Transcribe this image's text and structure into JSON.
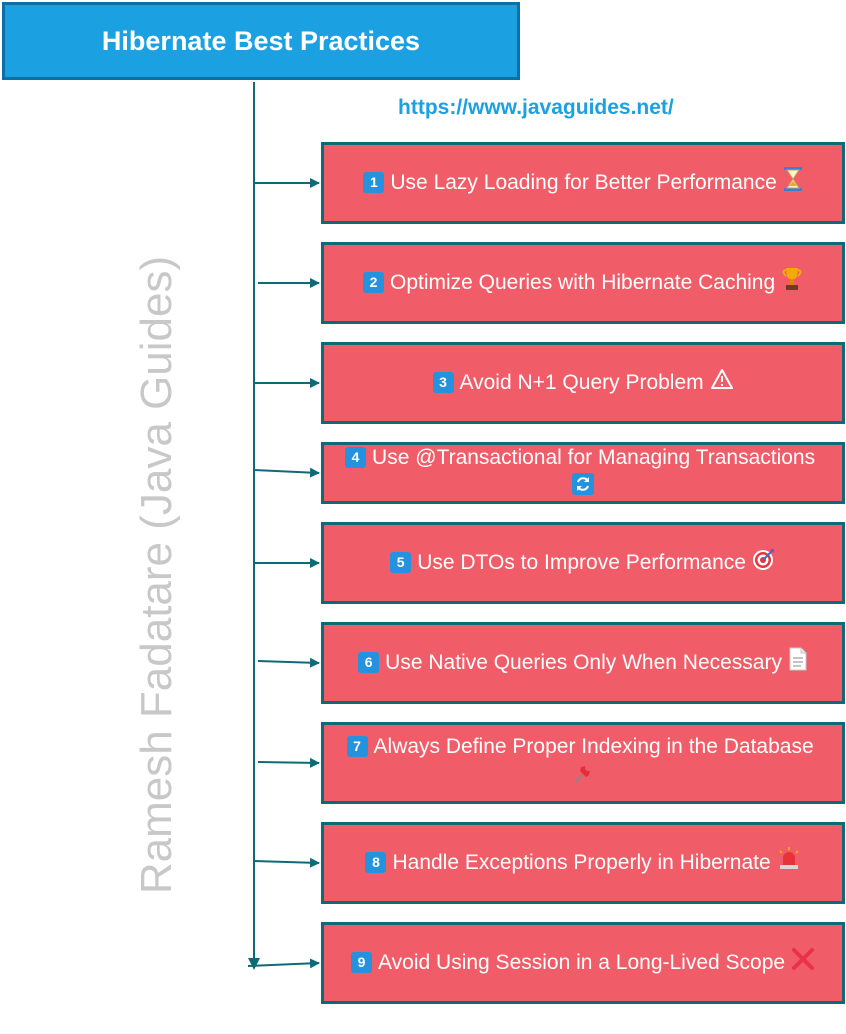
{
  "header": {
    "title": "Hibernate Best Practices",
    "url": "https://www.javaguides.net/"
  },
  "watermark": "Ramesh Fadatare (Java Guides)",
  "practices": [
    {
      "num": "1",
      "text": "Use Lazy Loading for Better Performance",
      "icon": "hourglass-icon"
    },
    {
      "num": "2",
      "text": "Optimize Queries with Hibernate Caching",
      "icon": "trophy-icon"
    },
    {
      "num": "3",
      "text": "Avoid N+1 Query Problem",
      "icon": "warning-icon"
    },
    {
      "num": "4",
      "text": "Use @Transactional for Managing Transactions",
      "icon": "refresh-icon"
    },
    {
      "num": "5",
      "text": "Use DTOs to Improve Performance",
      "icon": "target-icon"
    },
    {
      "num": "6",
      "text": "Use Native Queries Only When Necessary",
      "icon": "document-icon"
    },
    {
      "num": "7",
      "text": "Always Define Proper Indexing in the Database",
      "icon": "pushpin-icon"
    },
    {
      "num": "8",
      "text": "Handle Exceptions Properly in Hibernate",
      "icon": "siren-icon"
    },
    {
      "num": "9",
      "text": "Avoid Using Session in a Long-Lived Scope",
      "icon": "cross-mark-icon"
    }
  ],
  "colors": {
    "title_fill": "#1ba1e2",
    "card_fill": "#f15c69",
    "card_border": "#0f6a78",
    "connector": "#0f6a78",
    "url_text": "#1ba1e2"
  }
}
